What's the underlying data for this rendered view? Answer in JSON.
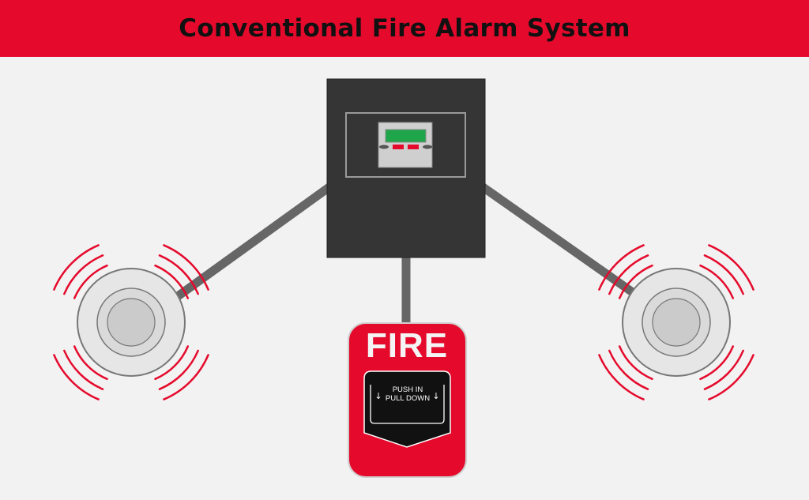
{
  "title": "Conventional Fire Alarm System",
  "colors": {
    "brand_red": "#e50a2c",
    "panel": "#353535",
    "wire": "#666666",
    "display_green": "#1fa64a"
  },
  "pull_station": {
    "label": "FIRE",
    "instruction_line1": "PUSH IN",
    "instruction_line2": "PULL DOWN"
  },
  "icons": [
    "control-panel",
    "smoke-detector",
    "manual-pull-station",
    "sound-waves"
  ]
}
